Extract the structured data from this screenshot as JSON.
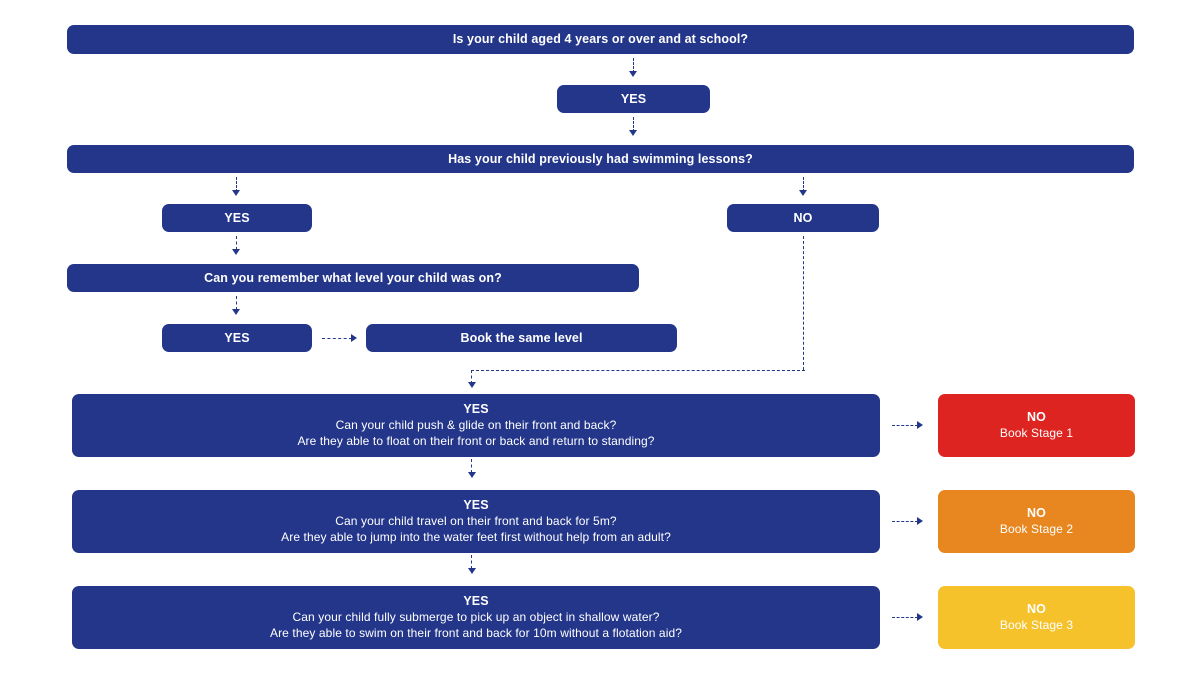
{
  "colors": {
    "blue": "#23368A",
    "red": "#DE2420",
    "orange": "#E8871F",
    "yellow": "#F5C22C",
    "background": "#FFFFFF",
    "text": "#FFFFFF"
  },
  "flowchart": {
    "type": "decision-flowchart",
    "q_age": {
      "text": "Is your child aged 4 years or over and at school?"
    },
    "age_yes": {
      "label": "YES"
    },
    "q_previous": {
      "text": "Has your child previously had swimming lessons?"
    },
    "previous_yes": {
      "label": "YES"
    },
    "previous_no": {
      "label": "NO"
    },
    "q_remember": {
      "text": "Can you remember what level your child was on?"
    },
    "remember_yes": {
      "label": "YES"
    },
    "book_same": {
      "label": "Book the same level"
    },
    "stage1": {
      "title": "YES",
      "line1": "Can your child push & glide on their front and back?",
      "line2": "Are they able to float on their front or back and return to standing?"
    },
    "stage1_no": {
      "title": "NO",
      "line1": "Book Stage 1"
    },
    "stage2": {
      "title": "YES",
      "line1": "Can your child travel on their front and back for 5m?",
      "line2": "Are they able to jump into the water feet first without help from an adult?"
    },
    "stage2_no": {
      "title": "NO",
      "line1": "Book Stage 2"
    },
    "stage3": {
      "title": "YES",
      "line1": "Can your child fully submerge to pick up an object in shallow water?",
      "line2": "Are they able to swim on their front and back for 10m without a flotation aid?"
    },
    "stage3_no": {
      "title": "NO",
      "line1": "Book Stage 3"
    }
  }
}
